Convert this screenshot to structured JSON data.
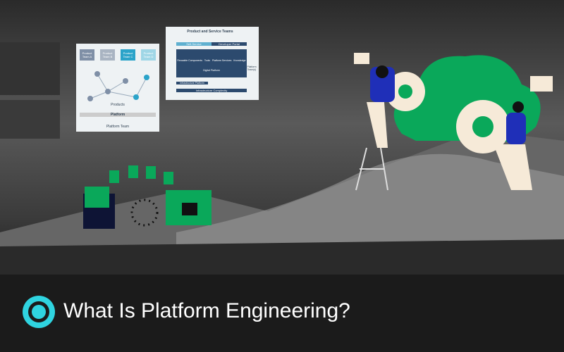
{
  "title": "What Is Platform Engineering?",
  "diagram_left": {
    "teams": [
      "Product Team A",
      "Product Team B",
      "Product Team C",
      "Product Team D"
    ],
    "team_colors": [
      "#7f8fa6",
      "#a9b4c2",
      "#2aa3c9",
      "#9fd6e6"
    ],
    "products_label": "Products",
    "platform_label": "Platform",
    "platform_team_label": "Platform Team"
  },
  "diagram_right": {
    "top": "Product and Service Teams",
    "self_service": "Self-Service",
    "portal": "Developer Portal",
    "items": [
      "Reusable Components",
      "Tools",
      "Platform Services",
      "Knowledge"
    ],
    "digital": "Digital Platform",
    "infra": "Infrastructure Platform",
    "complexity": "Infrastructure Complexity",
    "side": "Platform Team(s)"
  },
  "colors": {
    "accent": "#2fd4e0",
    "cloud": "#0aa85a",
    "person": "#1f2fb8",
    "gear": "#f6ead8",
    "navy": "#2c4a6e"
  }
}
